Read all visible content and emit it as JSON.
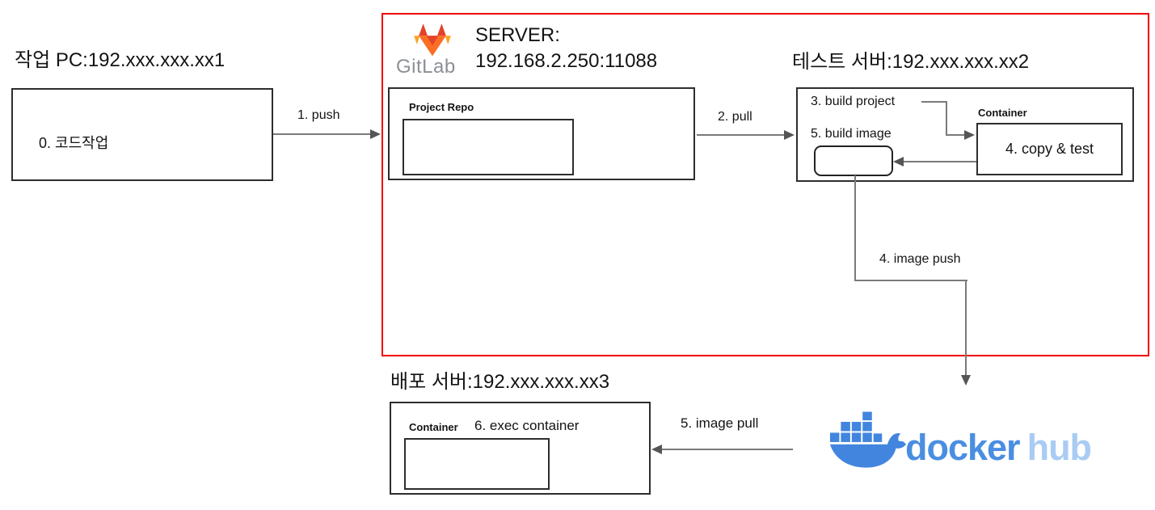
{
  "work_pc": {
    "title": "작업 PC:192.xxx.xxx.xx1",
    "step": "0. 코드작업"
  },
  "gitlab": {
    "brand": "GitLab",
    "server_line1": "SERVER:",
    "server_line2": "192.168.2.250:11088",
    "repo_label": "Project Repo"
  },
  "test_server": {
    "title": "테스트 서버:192.xxx.xxx.xx2",
    "step_build_project": "3. build project",
    "step_build_image": "5. build image",
    "container_label": "Container",
    "step_copy_test": "4. copy & test"
  },
  "deploy_server": {
    "title": "배포 서버:192.xxx.xxx.xx3",
    "container_label": "Container",
    "step_exec": "6. exec container"
  },
  "dockerhub": {
    "word_docker": "docker",
    "word_hub": "hub"
  },
  "arrows": {
    "push": "1. push",
    "pull": "2. pull",
    "image_push": "4. image push",
    "image_pull": "5. image pull"
  },
  "colors": {
    "red_zone_border": "#f10000",
    "box_border": "#2d2d2d",
    "arrow_gray": "#7a7a7a",
    "docker_blue": "#4285de",
    "docker_hub_light": "#a9cbf4",
    "gitlab_orange": "#fc6d26",
    "gitlab_red": "#e24329",
    "gitlab_yellow": "#fca326",
    "gitlab_text_gray": "#8b9096"
  }
}
